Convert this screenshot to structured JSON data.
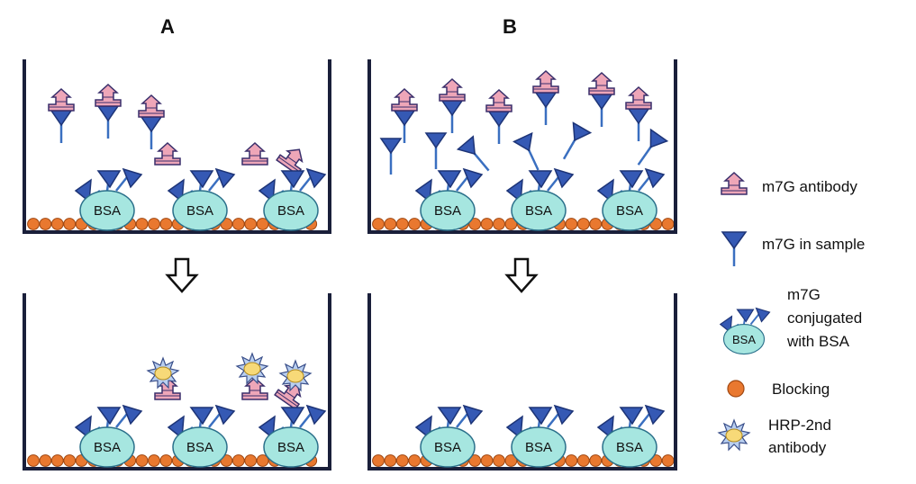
{
  "panels": {
    "a_label": "A",
    "b_label": "B",
    "bsa_text": "BSA"
  },
  "legend": {
    "antibody": "m7G antibody",
    "m7g_sample": "m7G in sample",
    "conjugated_line1": "m7G",
    "conjugated_line2": "conjugated",
    "conjugated_line3": "with BSA",
    "conjugated_bsa": "BSA",
    "blocking": "Blocking",
    "hrp_line1": "HRP-2nd",
    "hrp_line2": "antibody"
  },
  "colors": {
    "well_wall": "#1a1f3a",
    "bsa_fill": "#a6e6e0",
    "bsa_stroke": "#2a6f8a",
    "m7g_fill": "#3559b4",
    "m7g_stroke": "#1d3477",
    "antibody_fill": "#eea6b8",
    "antibody_stroke": "#3a2f6b",
    "blocking_fill": "#e9782f",
    "blocking_stroke": "#a04812",
    "hrp_fill": "#f7d978",
    "hrp_spike": "#b9cff0",
    "hrp_spike_stroke": "#3a4f8a",
    "arrow": "#111111"
  }
}
